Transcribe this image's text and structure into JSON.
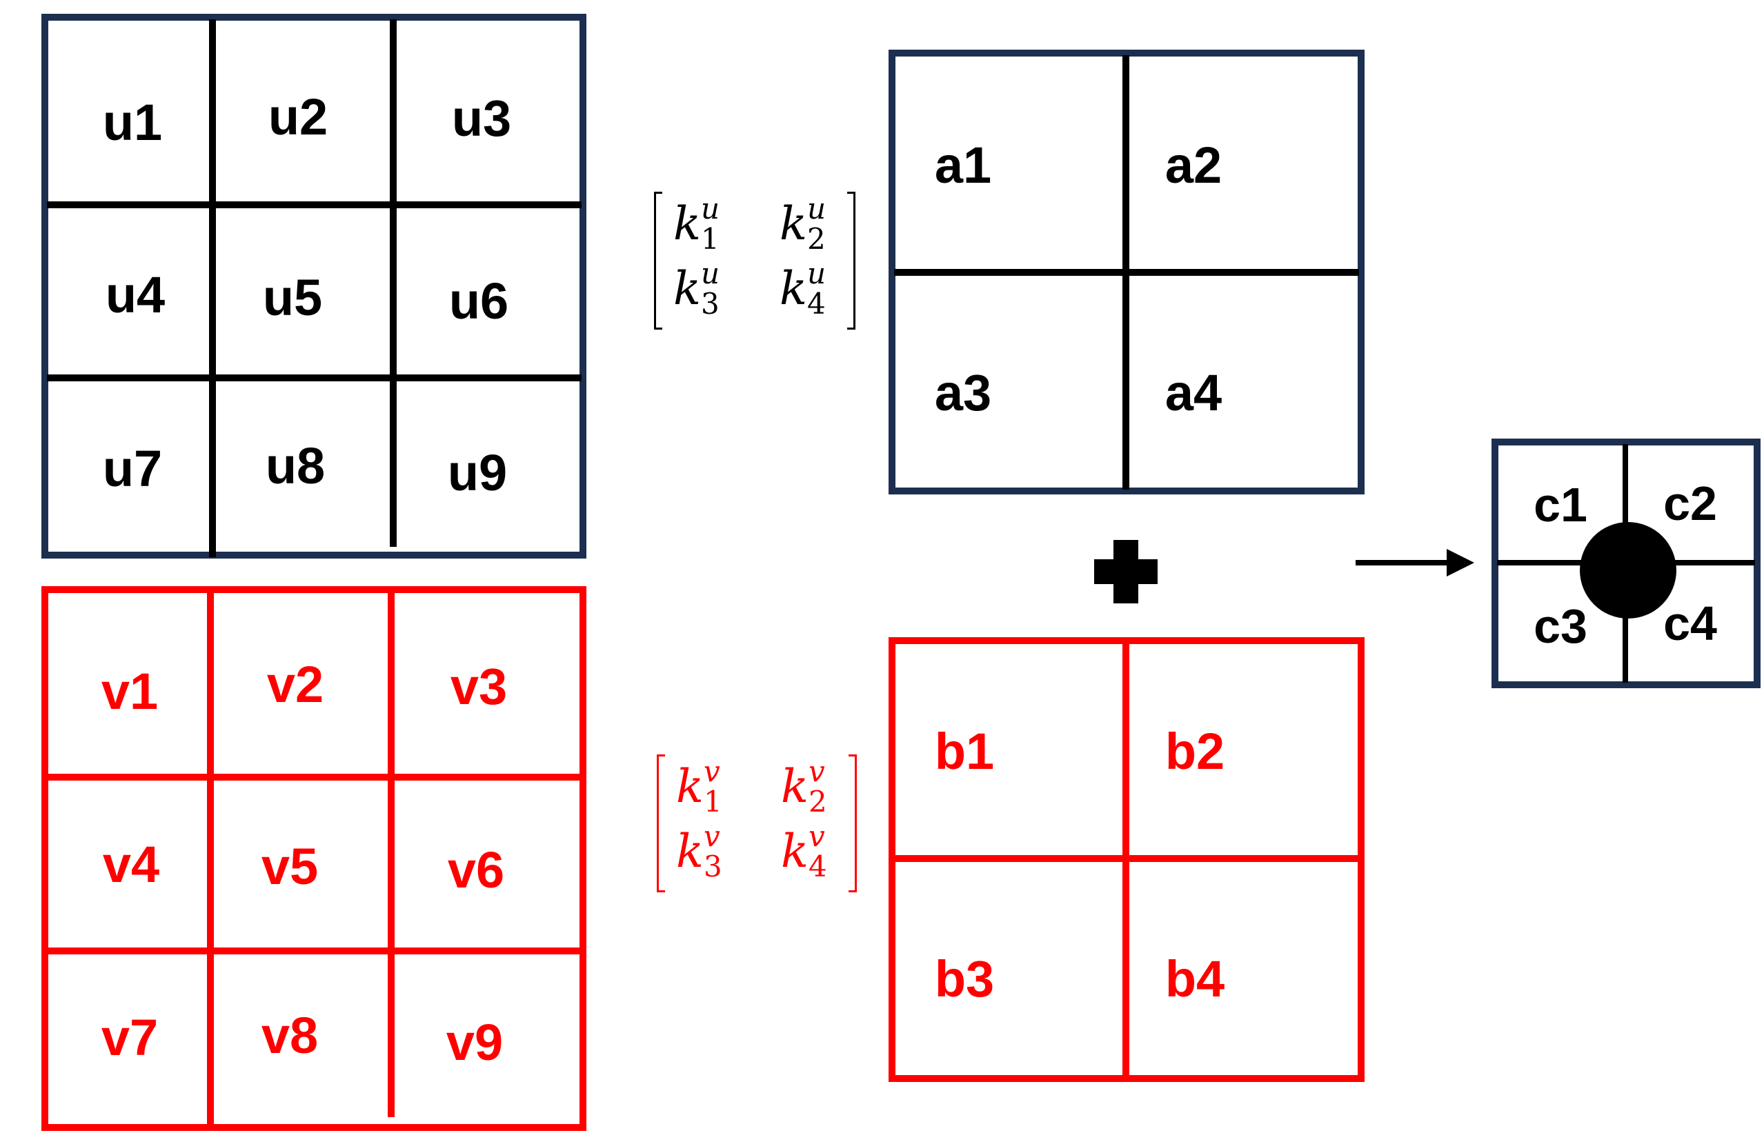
{
  "u_grid": [
    "u1",
    "u2",
    "u3",
    "u4",
    "u5",
    "u6",
    "u7",
    "u8",
    "u9"
  ],
  "v_grid": [
    "v1",
    "v2",
    "v3",
    "v4",
    "v5",
    "v6",
    "v7",
    "v8",
    "v9"
  ],
  "a_grid": [
    "a1",
    "a2",
    "a3",
    "a4"
  ],
  "b_grid": [
    "b1",
    "b2",
    "b3",
    "b4"
  ],
  "c_grid": [
    "c1",
    "c2",
    "c3",
    "c4"
  ],
  "kernel_u": {
    "k1": {
      "base": "k",
      "sup": "u",
      "sub": "1"
    },
    "k2": {
      "base": "k",
      "sup": "u",
      "sub": "2"
    },
    "k3": {
      "base": "k",
      "sup": "u",
      "sub": "3"
    },
    "k4": {
      "base": "k",
      "sup": "u",
      "sub": "4"
    }
  },
  "kernel_v": {
    "k1": {
      "base": "k",
      "sup": "v",
      "sub": "1"
    },
    "k2": {
      "base": "k",
      "sup": "v",
      "sub": "2"
    },
    "k3": {
      "base": "k",
      "sup": "v",
      "sub": "3"
    },
    "k4": {
      "base": "k",
      "sup": "v",
      "sub": "4"
    }
  },
  "operator": "+",
  "colors": {
    "navy": "#1c2f50",
    "red": "#ff0000",
    "black": "#000000"
  }
}
